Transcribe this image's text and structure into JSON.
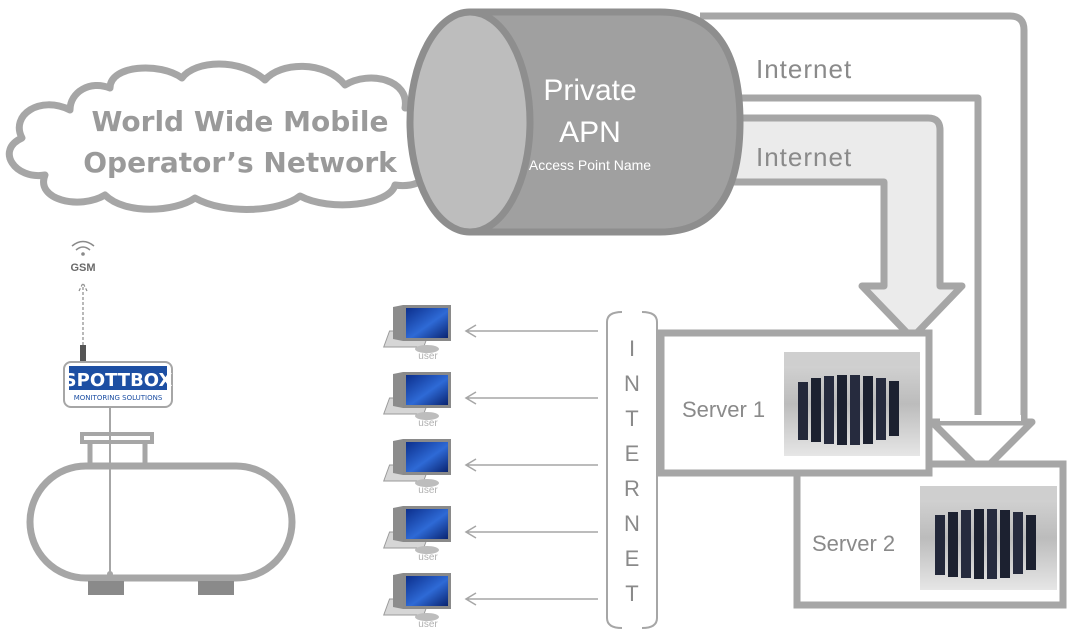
{
  "cloud": {
    "line1": "World Wide Mobile",
    "line2": "Operator’s Network"
  },
  "apn": {
    "line1": "Private",
    "line2": "APN",
    "subtitle": "Access Point Name"
  },
  "links": {
    "internet_top": "Internet",
    "internet_middle": "Internet"
  },
  "servers": [
    {
      "label": "Server 1"
    },
    {
      "label": "Server 2"
    }
  ],
  "internet_bar": [
    "I",
    "N",
    "T",
    "E",
    "R",
    "N",
    "E",
    "T"
  ],
  "users": [
    "user",
    "user",
    "user",
    "user",
    "user"
  ],
  "device": {
    "gsm_label": "GSM",
    "logo_main": "SPOTTBOX",
    "logo_sub": "MONITORING SOLUTIONS"
  },
  "colors": {
    "outline": "#a6a6a6",
    "apn_fill": "#a0a0a0",
    "arrow_fill": "#ebebeb",
    "monitor_blue": "#1f4fb5"
  }
}
